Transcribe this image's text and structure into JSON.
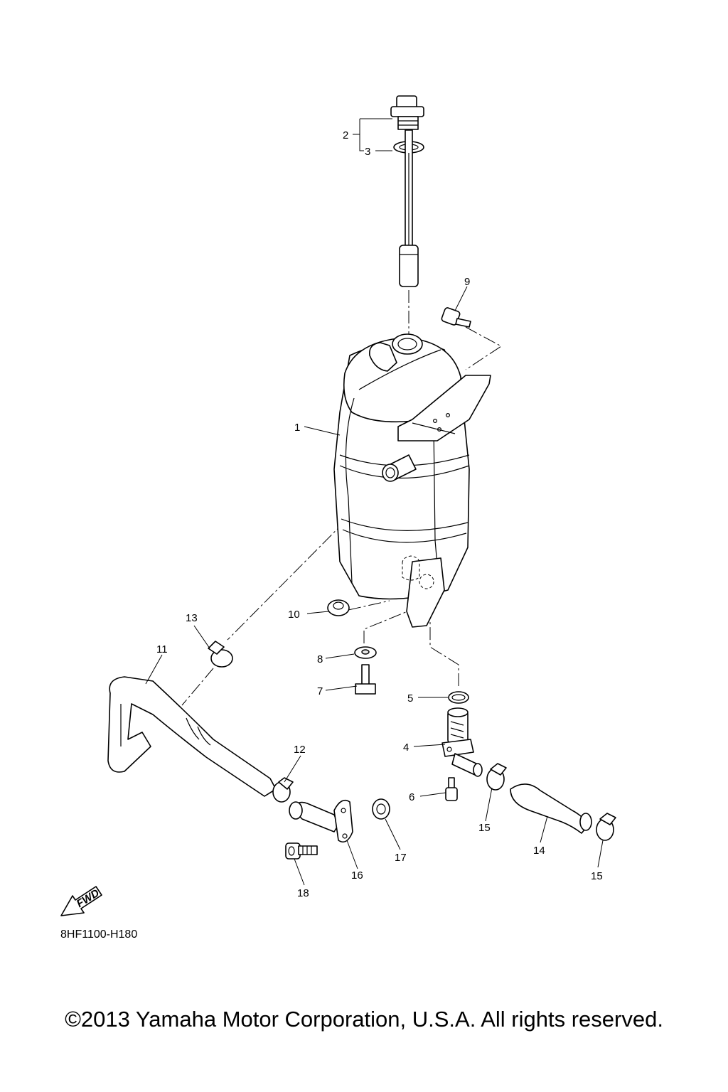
{
  "diagram": {
    "code": "8HF1100-H180",
    "copyright": "©2013 Yamaha Motor Corporation, U.S.A. All rights reserved.",
    "fwd_label": "FWD",
    "callouts": [
      "1",
      "2",
      "3",
      "4",
      "5",
      "6",
      "7",
      "8",
      "9",
      "10",
      "11",
      "12",
      "13",
      "14",
      "15",
      "15",
      "16",
      "17",
      "18"
    ]
  }
}
